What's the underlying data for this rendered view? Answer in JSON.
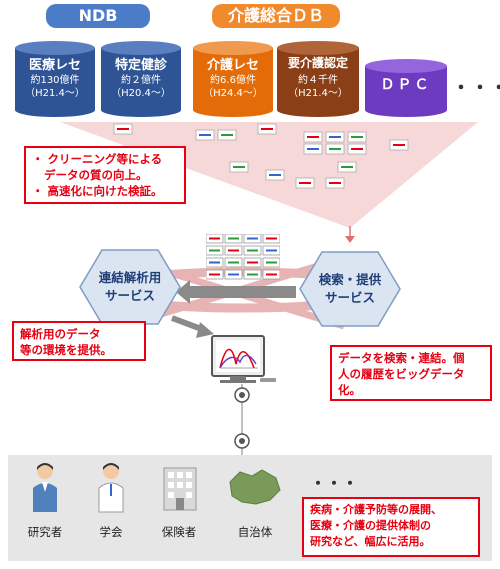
{
  "headers": {
    "ndb": "NDB",
    "kaigo": "介護総合ＤＢ"
  },
  "databases": [
    {
      "name": "医療レセ",
      "line1": "約130億件",
      "line2": "（H21.4～）"
    },
    {
      "name": "特定健診",
      "line1": "約２億件",
      "line2": "（H20.4～）"
    },
    {
      "name": "介護レセ",
      "line1": "約6.6億件",
      "line2": "（H24.4～）"
    },
    {
      "name": "要介護認定",
      "line1": "約４千件",
      "line2": "（H21.4～）"
    },
    {
      "name": "ＤＰＣ"
    }
  ],
  "ellipsis_top": "・・・",
  "notes": {
    "quality_1": "・ クリーニング等による",
    "quality_2": "データの質の向上。",
    "quality_3": "・ 高速化に向けた検証。",
    "env_1": "解析用のデータ",
    "env_2": "等の環境を提供。",
    "search_1": "データを検索・連結。個",
    "search_2": "人の履歴をビッグデータ",
    "search_3": "化。",
    "use_1": "疾病・介護予防等の展開、",
    "use_2": "医療・介護の提供体制の",
    "use_3": "研究など、幅広に活用。"
  },
  "services": {
    "analysis_1": "連結解析用",
    "analysis_2": "サービス",
    "search_1": "検索・提供",
    "search_2": "サービス"
  },
  "users": [
    "研究者",
    "学会",
    "保険者",
    "自治体"
  ],
  "ellipsis_users": "・・・",
  "colors": {
    "blue": "#2e5496",
    "orange": "#e36c09",
    "brown": "#8b3f16",
    "purple": "#6c3bbf",
    "red": "#e60012",
    "band": "#e8b3b3"
  }
}
